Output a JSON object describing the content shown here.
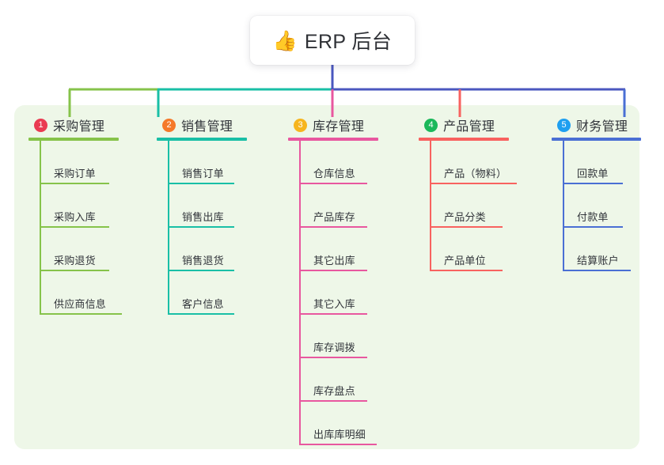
{
  "root": {
    "emoji": "👍",
    "emoji_name": "thumbs-up-icon",
    "title": "ERP 后台"
  },
  "theme": {
    "page_background": "#ffffff",
    "panel_background": "#eef7e8",
    "card_background": "#ffffff",
    "text": "#31343a",
    "stem": "#4a57bf"
  },
  "columns": [
    {
      "index": "1",
      "title": "采购管理",
      "badge_color": "#ea3b52",
      "line_color": "#86c34a",
      "items": [
        "采购订单",
        "采购入库",
        "采购退货",
        "供应商信息"
      ]
    },
    {
      "index": "2",
      "title": "销售管理",
      "badge_color": "#f5792a",
      "line_color": "#19bfa6",
      "items": [
        "销售订单",
        "销售出库",
        "销售退货",
        "客户信息"
      ]
    },
    {
      "index": "3",
      "title": "库存管理",
      "badge_color": "#f6b51e",
      "line_color": "#e8579f",
      "items": [
        "仓库信息",
        "产品库存",
        "其它出库",
        "其它入库",
        "库存调拨",
        "库存盘点",
        "出库库明细"
      ]
    },
    {
      "index": "4",
      "title": "产品管理",
      "badge_color": "#1bb85a",
      "line_color": "#f8625f",
      "items": [
        "产品（物料）",
        "产品分类",
        "产品单位"
      ]
    },
    {
      "index": "5",
      "title": "财务管理",
      "badge_color": "#1e9ff0",
      "line_color": "#4a6fd4",
      "items": [
        "回款单",
        "付款单",
        "结算账户"
      ]
    }
  ]
}
